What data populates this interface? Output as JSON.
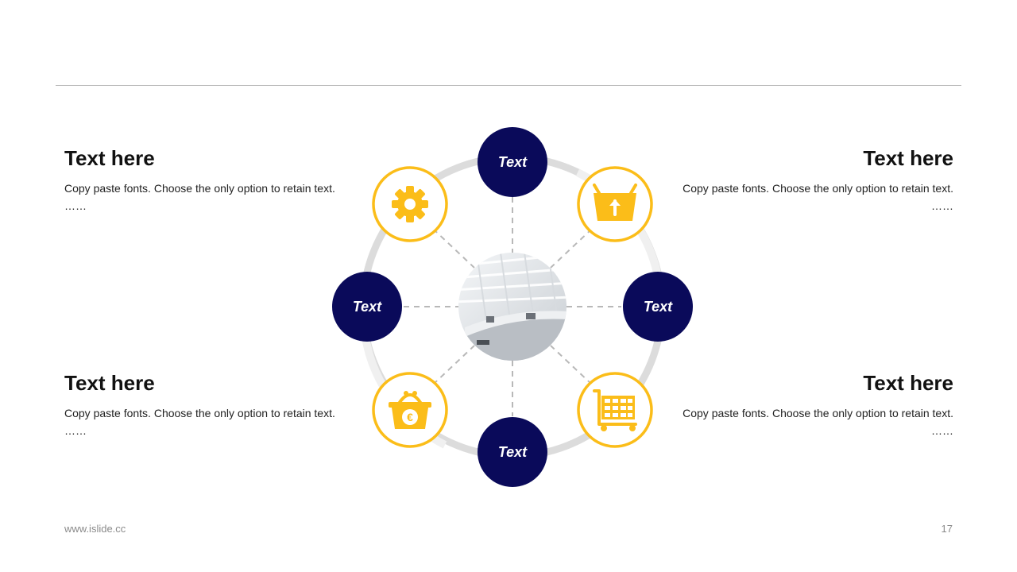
{
  "blocks": {
    "top_left": {
      "title": "Text here",
      "body": "Copy paste fonts. Choose the only option to retain text. ……"
    },
    "top_right": {
      "title": "Text here",
      "body": "Copy paste fonts. Choose the only option to retain text. ……"
    },
    "bottom_left": {
      "title": "Text here",
      "body": "Copy paste fonts. Choose the only option to retain text. ……"
    },
    "bottom_right": {
      "title": "Text here",
      "body": "Copy paste fonts. Choose the only option to retain text. ……"
    }
  },
  "diagram": {
    "nodes": {
      "top": "Text",
      "left": "Text",
      "right": "Text",
      "bottom": "Text"
    },
    "icons": {
      "top_left": "gear-icon",
      "top_right": "basket-upload-icon",
      "bottom_left": "basket-euro-icon",
      "bottom_right": "shopping-cart-icon"
    },
    "colors": {
      "navy": "#0a0a5a",
      "accent": "#fbbd19",
      "ring": "#dcdcdc"
    }
  },
  "footer": {
    "url": "www.islide.cc",
    "page": "17"
  }
}
